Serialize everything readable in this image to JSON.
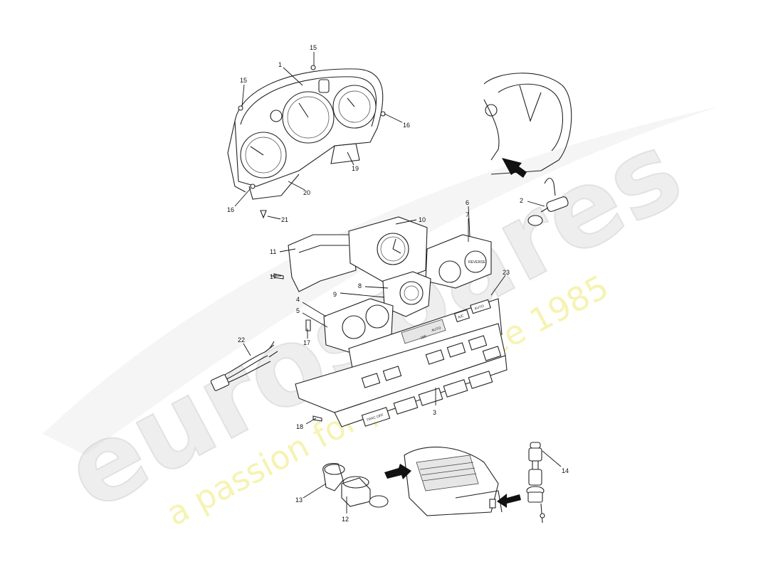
{
  "watermark": {
    "brand": "eurospares",
    "tagline": "a passion for parts since 1985"
  },
  "diagram": {
    "callouts": [
      {
        "id": "c1",
        "label": "1"
      },
      {
        "id": "c2",
        "label": "2"
      },
      {
        "id": "c3",
        "label": "3"
      },
      {
        "id": "c4",
        "label": "4"
      },
      {
        "id": "c5",
        "label": "5"
      },
      {
        "id": "c6",
        "label": "6"
      },
      {
        "id": "c7",
        "label": "7"
      },
      {
        "id": "c8",
        "label": "8"
      },
      {
        "id": "c9",
        "label": "9"
      },
      {
        "id": "c10",
        "label": "10"
      },
      {
        "id": "c11",
        "label": "11"
      },
      {
        "id": "c12",
        "label": "12"
      },
      {
        "id": "c13",
        "label": "13"
      },
      {
        "id": "c14",
        "label": "14"
      },
      {
        "id": "c15a",
        "label": "15"
      },
      {
        "id": "c15b",
        "label": "15"
      },
      {
        "id": "c16a",
        "label": "16"
      },
      {
        "id": "c16b",
        "label": "16"
      },
      {
        "id": "c17a",
        "label": "17"
      },
      {
        "id": "c17b",
        "label": "17"
      },
      {
        "id": "c18",
        "label": "18"
      },
      {
        "id": "c19",
        "label": "19"
      },
      {
        "id": "c20",
        "label": "20"
      },
      {
        "id": "c21",
        "label": "21"
      },
      {
        "id": "c22",
        "label": "22"
      },
      {
        "id": "c23",
        "label": "23"
      }
    ],
    "panel_labels": {
      "auto": "AUTO",
      "ac": "A/C",
      "reverse": "REVERSE",
      "tracoff": "TRAC OFF",
      "display": "188"
    }
  }
}
